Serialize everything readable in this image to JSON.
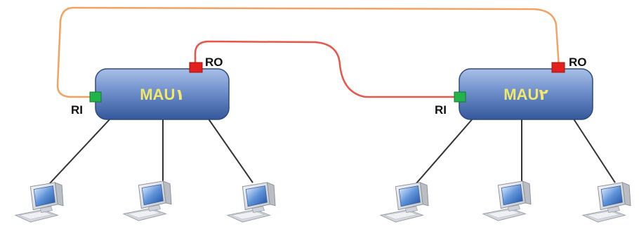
{
  "diagram": {
    "maus": [
      {
        "id": "mau1",
        "label": "MAU١",
        "ri_label": "RI",
        "ro_label": "RO"
      },
      {
        "id": "mau2",
        "label": "MAU٢",
        "ri_label": "RI",
        "ro_label": "RO"
      }
    ],
    "colors": {
      "mau_fill_top": "#8ba9db",
      "mau_fill_bottom": "#3a5e9e",
      "mau_text": "#f2e86a",
      "ri_port": "#22b34a",
      "ro_port": "#e3201b",
      "outer_cable": "#f4a261",
      "inner_cable": "#e8554a",
      "drop_line": "#333333",
      "port_text": "#111111"
    },
    "computer_icon": "workstation-icon",
    "computers_per_mau": 3
  }
}
